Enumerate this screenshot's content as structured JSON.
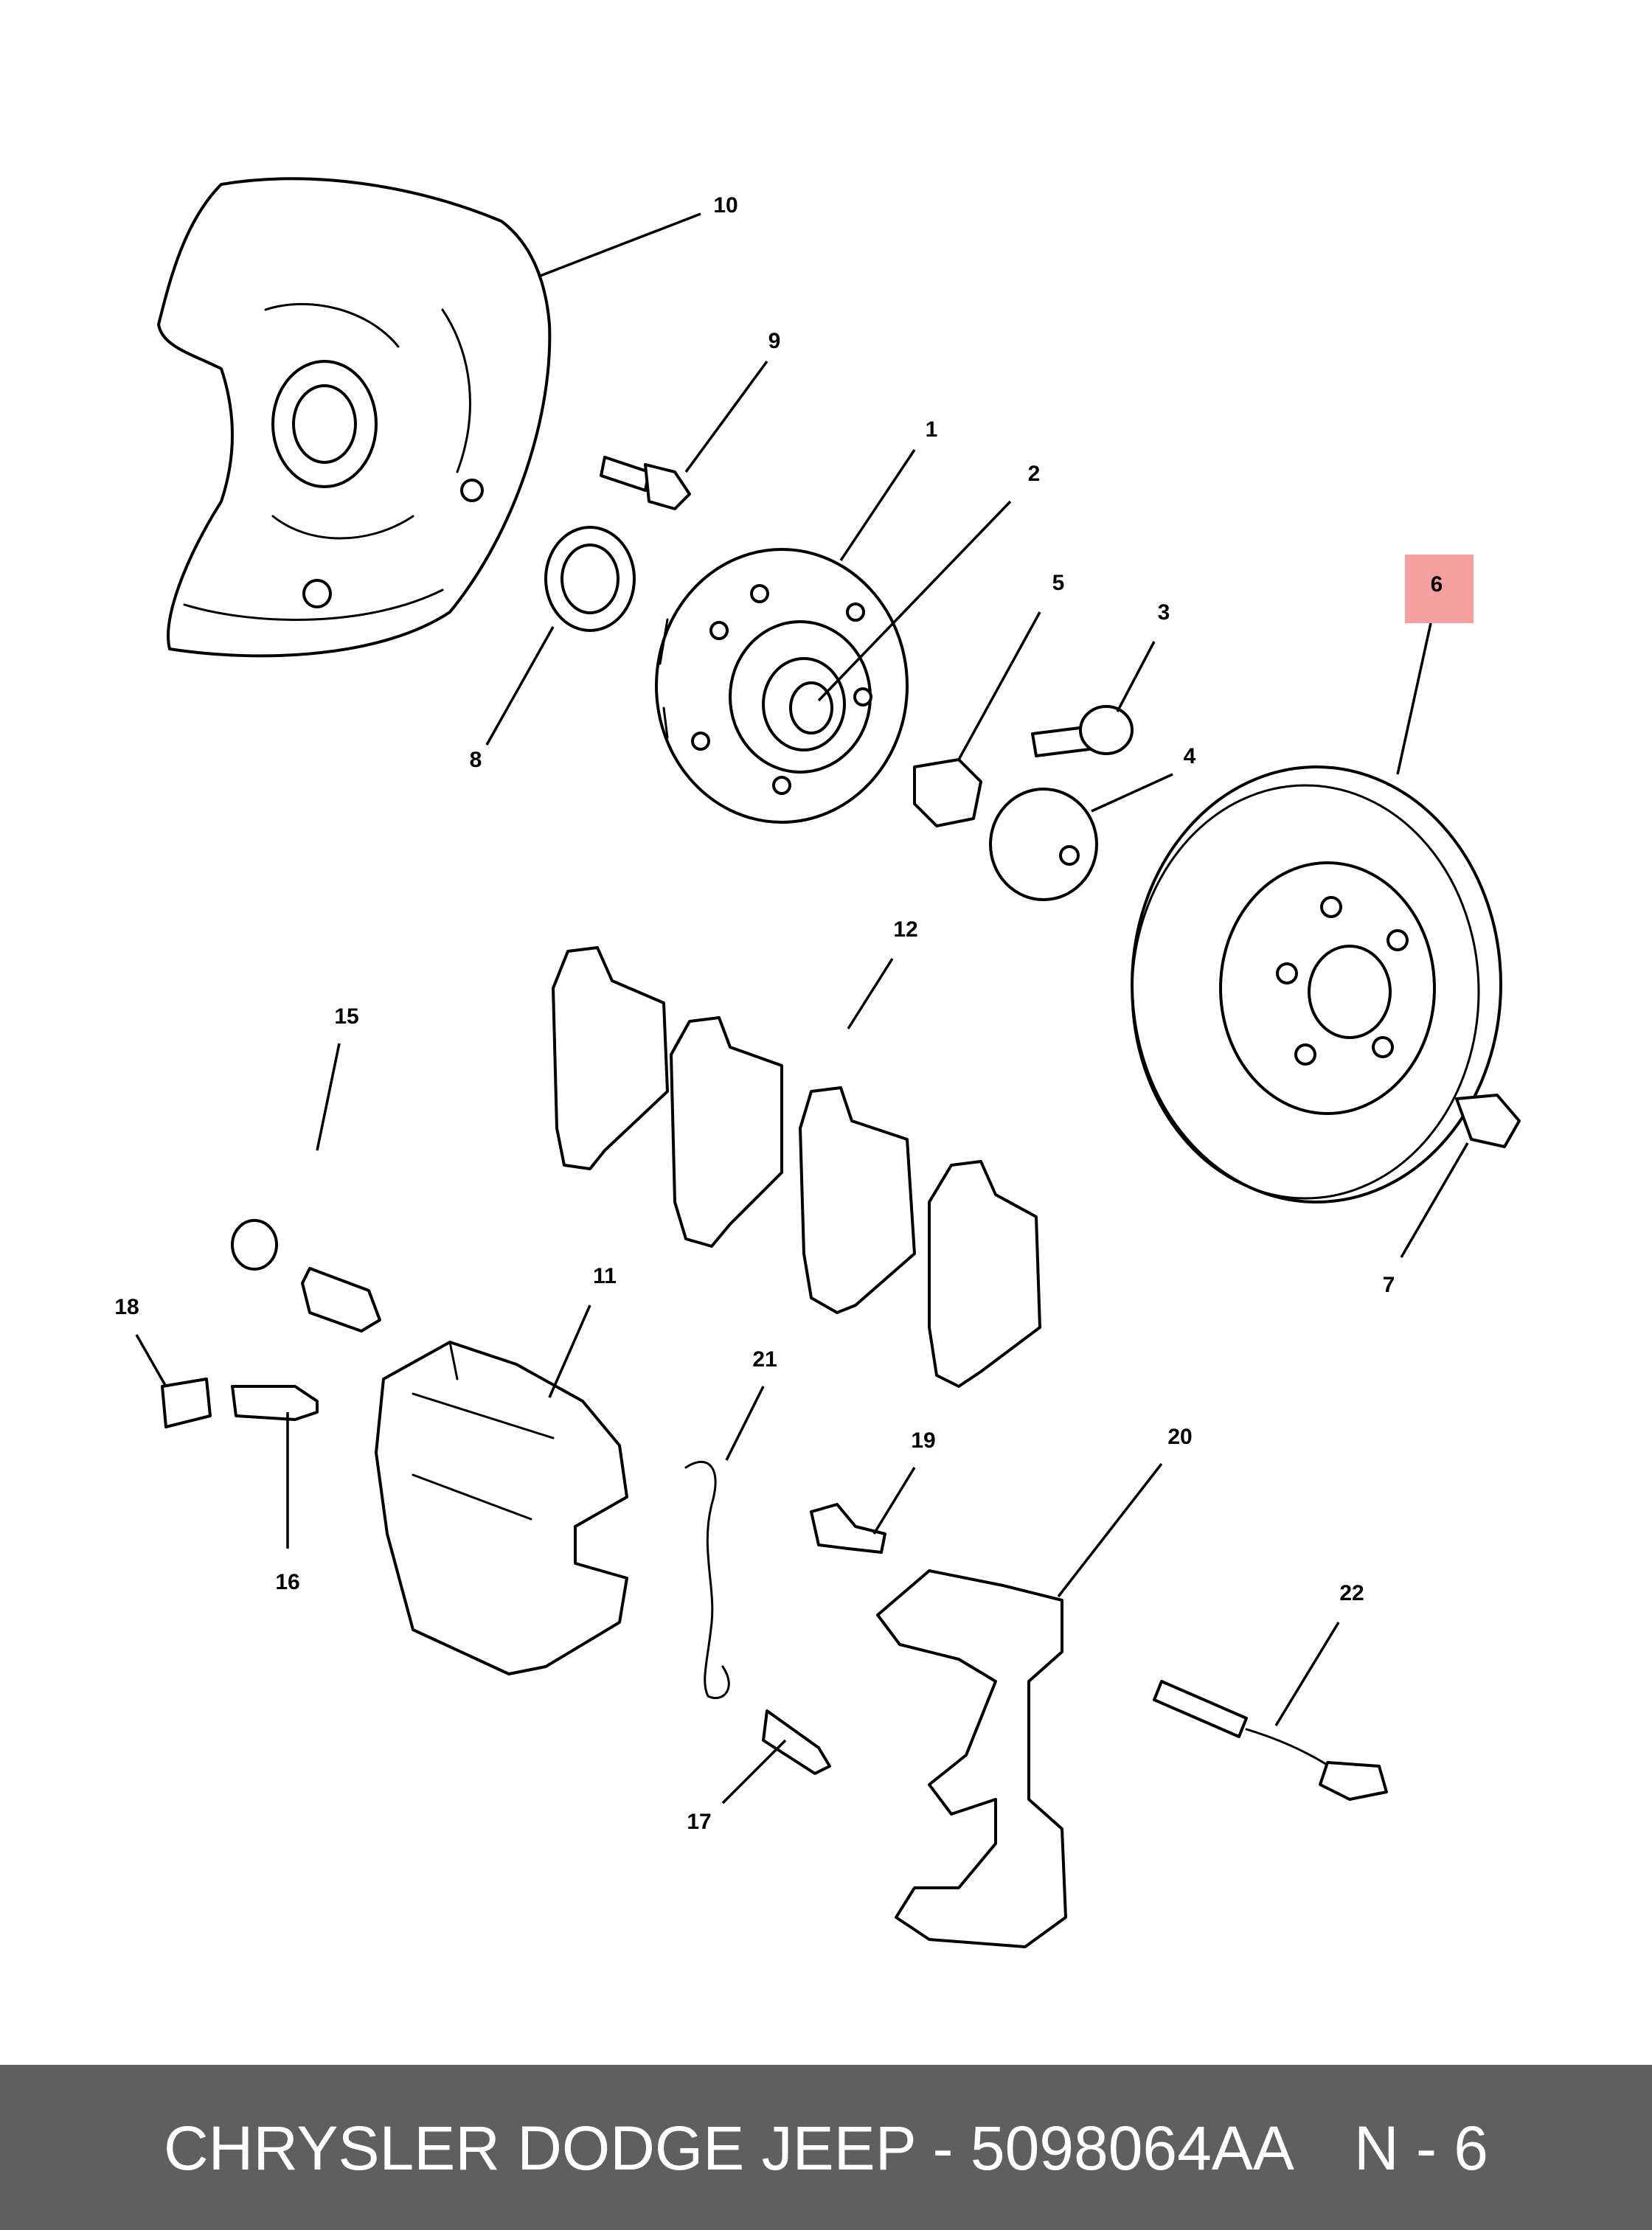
{
  "callouts": {
    "c1": "1",
    "c2": "2",
    "c3": "3",
    "c4": "4",
    "c5": "5",
    "c6": "6",
    "c7": "7",
    "c8": "8",
    "c9": "9",
    "c10": "10",
    "c11": "11",
    "c12": "12",
    "c15": "15",
    "c16": "16",
    "c17": "17",
    "c18": "18",
    "c19": "19",
    "c20": "20",
    "c21": "21",
    "c22": "22"
  },
  "highlight": {
    "callout": "6",
    "color": "#f4a0a0"
  },
  "footer": {
    "title": "CHRYSLER DODGE JEEP - 5098064AA",
    "code": "N - 6",
    "background": "#5f5f5f"
  }
}
